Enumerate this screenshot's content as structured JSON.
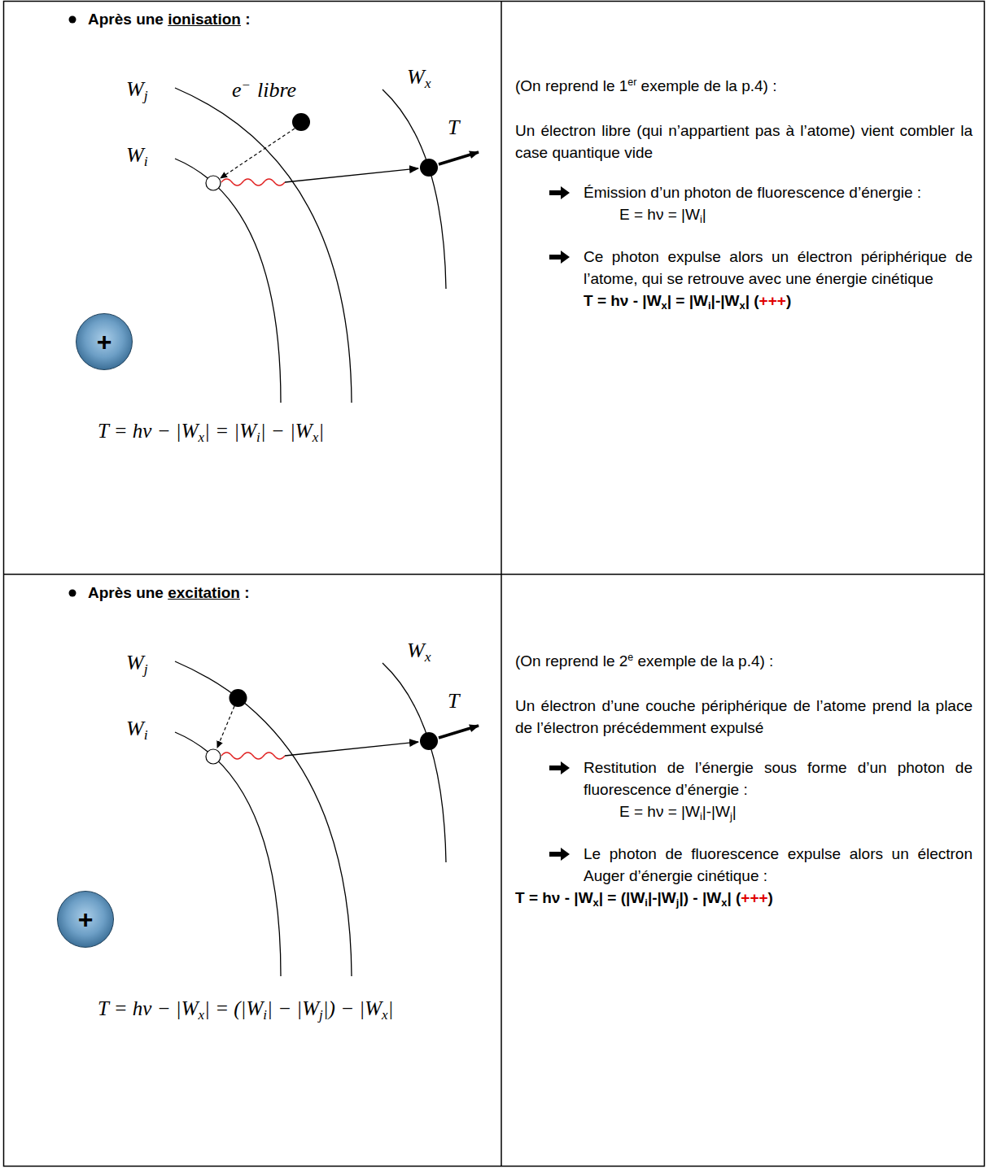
{
  "diagram": {
    "nodes": [
      {
        "text": [
          "+"
        ]
      },
      {
        "text": [
          "+"
        ]
      }
    ],
    "labels": [
      "Après une ",
      "ionisation",
      " :",
      "W",
      "j",
      "e",
      "−",
      "libre",
      "W",
      "x",
      "T",
      "W",
      "i",
      "T = hν − |W",
      "x",
      "| = |W",
      "i",
      "| − |W",
      "x",
      "|",
      "(On reprend le 1",
      "er",
      " exemple de la p.4) :",
      "Un électron libre (qui n’appartient pas à l’atome) vient combler la case quantique vide",
      "Émission d’un photon de fluorescence d’énergie :",
      "E = hν = |W",
      "i",
      "|",
      "Ce photon expulse alors un électron périphérique de l’atome, qui se retrouve avec une énergie cinétique",
      "T = hν - |W",
      "x",
      "| = |W",
      "i",
      "|-|W",
      "x",
      "| (",
      "+++",
      ")",
      "Après une ",
      "excitation",
      " :",
      "W",
      "j",
      "W",
      "x",
      "T",
      "W",
      "i",
      "T = hν − |W",
      "x",
      "| = (|W",
      "i",
      "| − |W",
      "j",
      "|) − |W",
      "x",
      "|",
      "(On reprend le 2",
      "e",
      " exemple de la p.4) :",
      "Un électron d’une couche périphérique de l’atome prend la place de l’électron précédemment expulsé",
      "Restitution de l’énergie sous forme d’un photon de fluorescence d’énergie :",
      "E = hν = |W",
      "i",
      "|-|W",
      "j",
      "|",
      "Le photon de fluorescence expulse alors un électron Auger d’énergie cinétique :",
      "T = hν - |W",
      "x",
      "| = (|W",
      "i",
      "|-|W",
      "j",
      "|) - |W",
      "x",
      "| (",
      "+++",
      ")"
    ]
  }
}
